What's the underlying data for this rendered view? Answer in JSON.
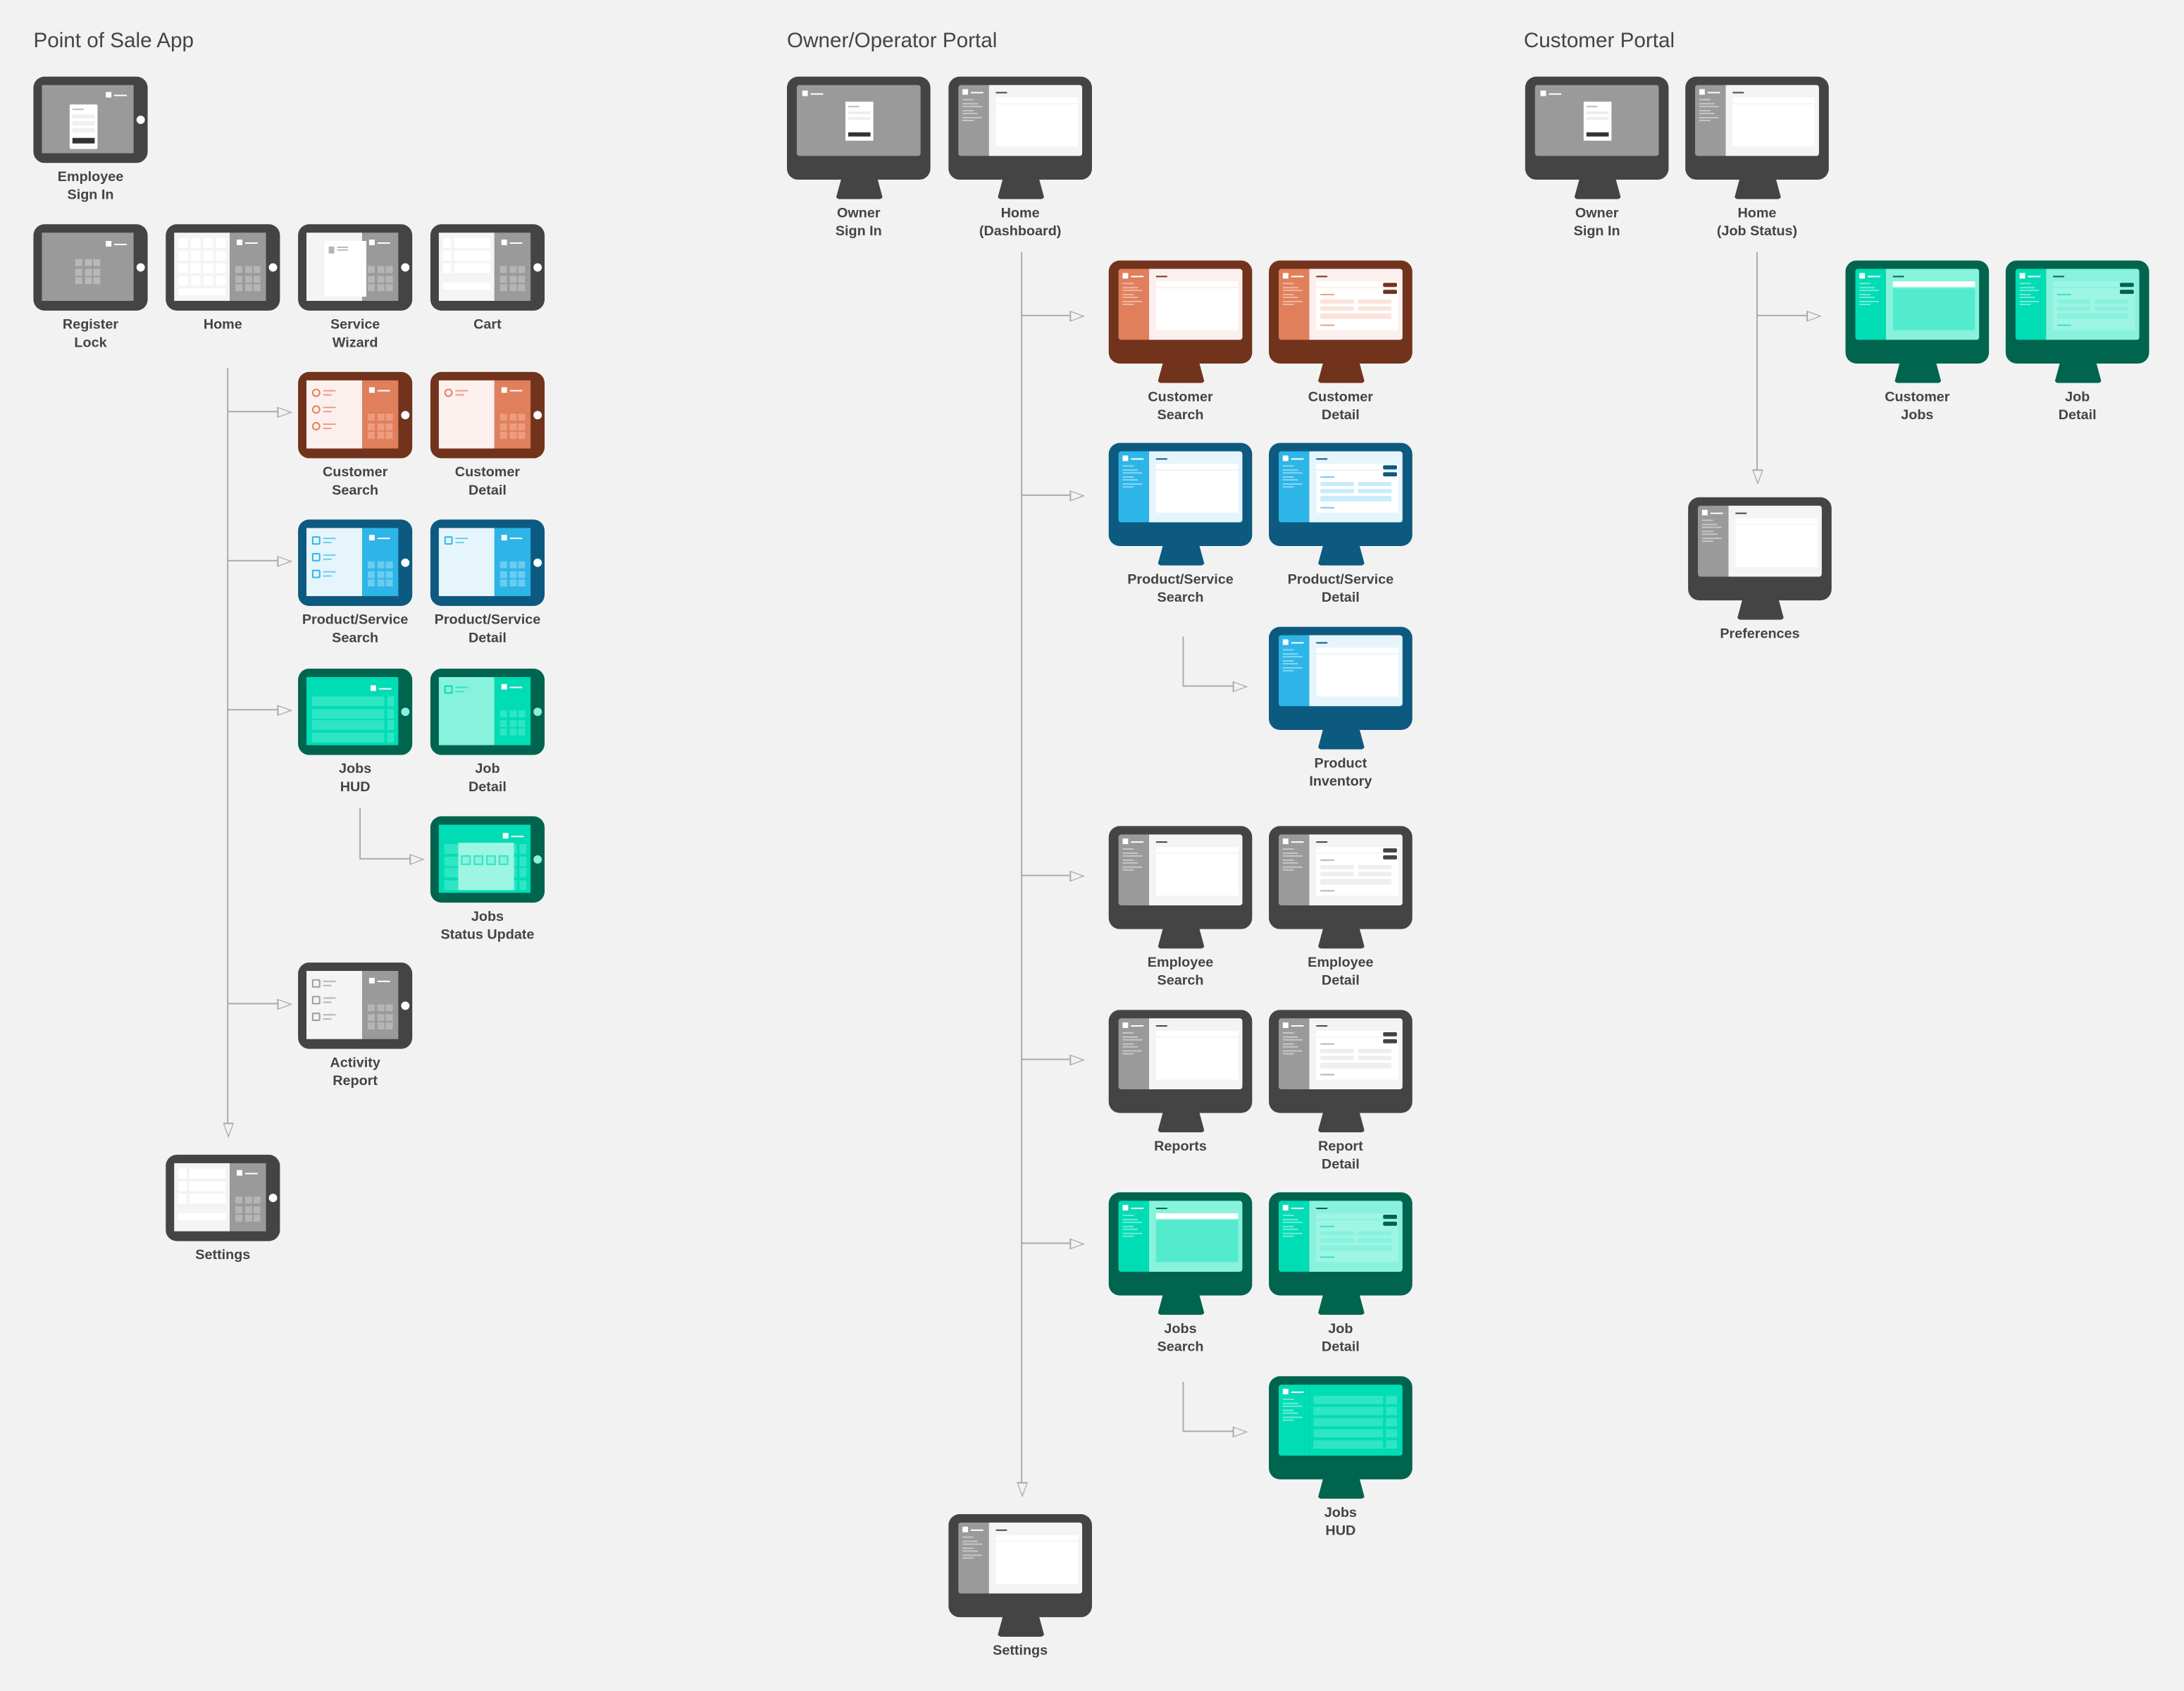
{
  "themes": {
    "gray": {
      "frame": "#444444",
      "side": "#9a9a9a",
      "bg": "#f4f4f4",
      "tile": "#b5b5b5",
      "card": "#ffffff",
      "btn": "#eeeeee"
    },
    "orange": {
      "frame": "#72331d",
      "side": "#e07f5c",
      "bg": "#fbf0ee",
      "tile": "#ee9c80",
      "card": "#ffffff",
      "btn": "#fbe3dc"
    },
    "blue": {
      "frame": "#0d5a80",
      "side": "#2db5e8",
      "bg": "#e6f5fc",
      "tile": "#6cccf0",
      "card": "#ffffff",
      "btn": "#c9ecfa"
    },
    "green": {
      "frame": "#00644f",
      "side": "#00dcb4",
      "bg": "#88f2dc",
      "tile": "#2ee6c4",
      "card": "#9df5e3",
      "btn": "#88f2dc"
    }
  },
  "sections": [
    {
      "title": "Point of Sale App",
      "device": "tablet",
      "nodes": [
        {
          "id": "pos-employee-sign-in",
          "label": "Employee\nSign In",
          "theme": "gray",
          "screen": "signin"
        },
        {
          "id": "pos-register-lock",
          "label": "Register\nLock",
          "theme": "gray",
          "screen": "lock"
        },
        {
          "id": "pos-home",
          "label": "Home",
          "theme": "gray",
          "screen": "home"
        },
        {
          "id": "pos-service-wizard",
          "label": "Service\nWizard",
          "theme": "gray",
          "screen": "wizard"
        },
        {
          "id": "pos-cart",
          "label": "Cart",
          "theme": "gray",
          "screen": "cart"
        },
        {
          "id": "pos-customer-search",
          "label": "Customer\nSearch",
          "theme": "orange",
          "screen": "list"
        },
        {
          "id": "pos-customer-detail",
          "label": "Customer\nDetail",
          "theme": "orange",
          "screen": "detail"
        },
        {
          "id": "pos-product-service-search",
          "label": "Product/Service\nSearch",
          "theme": "blue",
          "screen": "list"
        },
        {
          "id": "pos-product-service-detail",
          "label": "Product/Service\nDetail",
          "theme": "blue",
          "screen": "detail"
        },
        {
          "id": "pos-jobs-hud",
          "label": "Jobs\nHUD",
          "theme": "green",
          "screen": "hud"
        },
        {
          "id": "pos-job-detail",
          "label": "Job\nDetail",
          "theme": "green",
          "screen": "detail"
        },
        {
          "id": "pos-jobs-status-update",
          "label": "Jobs\nStatus Update",
          "theme": "green",
          "screen": "status"
        },
        {
          "id": "pos-activity-report",
          "label": "Activity\nReport",
          "theme": "gray",
          "screen": "list"
        },
        {
          "id": "pos-settings",
          "label": "Settings",
          "theme": "gray",
          "screen": "cart"
        }
      ]
    },
    {
      "title": "Owner/Operator Portal",
      "device": "monitor",
      "nodes": [
        {
          "id": "owner-sign-in",
          "label": "Owner\nSign In",
          "theme": "gray",
          "screen": "signin"
        },
        {
          "id": "owner-home",
          "label": "Home\n(Dashboard)",
          "theme": "gray",
          "screen": "search"
        },
        {
          "id": "owner-customer-search",
          "label": "Customer\nSearch",
          "theme": "orange",
          "screen": "search"
        },
        {
          "id": "owner-customer-detail",
          "label": "Customer\nDetail",
          "theme": "orange",
          "screen": "detail"
        },
        {
          "id": "owner-product-service-search",
          "label": "Product/Service\nSearch",
          "theme": "blue",
          "screen": "search"
        },
        {
          "id": "owner-product-service-detail",
          "label": "Product/Service\nDetail",
          "theme": "blue",
          "screen": "detail"
        },
        {
          "id": "owner-product-inventory",
          "label": "Product\nInventory",
          "theme": "blue",
          "screen": "search"
        },
        {
          "id": "owner-employee-search",
          "label": "Employee\nSearch",
          "theme": "gray",
          "screen": "search"
        },
        {
          "id": "owner-employee-detail",
          "label": "Employee\nDetail",
          "theme": "gray",
          "screen": "detail"
        },
        {
          "id": "owner-reports",
          "label": "Reports",
          "theme": "gray",
          "screen": "search"
        },
        {
          "id": "owner-report-detail",
          "label": "Report\nDetail",
          "theme": "gray",
          "screen": "detail"
        },
        {
          "id": "owner-jobs-search",
          "label": "Jobs\nSearch",
          "theme": "green",
          "screen": "search"
        },
        {
          "id": "owner-job-detail",
          "label": "Job\nDetail",
          "theme": "green",
          "screen": "detail"
        },
        {
          "id": "owner-jobs-hud",
          "label": "Jobs\nHUD",
          "theme": "green",
          "screen": "hud"
        },
        {
          "id": "owner-settings",
          "label": "Settings",
          "theme": "gray",
          "screen": "search"
        }
      ]
    },
    {
      "title": "Customer Portal",
      "device": "monitor",
      "nodes": [
        {
          "id": "cust-owner-sign-in",
          "label": "Owner\nSign In",
          "theme": "gray",
          "screen": "signin"
        },
        {
          "id": "cust-home",
          "label": "Home\n(Job Status)",
          "theme": "gray",
          "screen": "search"
        },
        {
          "id": "cust-customer-jobs",
          "label": "Customer\nJobs",
          "theme": "green",
          "screen": "search"
        },
        {
          "id": "cust-job-detail",
          "label": "Job\nDetail",
          "theme": "green",
          "screen": "detail"
        },
        {
          "id": "cust-preferences",
          "label": "Preferences",
          "theme": "gray",
          "screen": "search"
        }
      ]
    }
  ]
}
